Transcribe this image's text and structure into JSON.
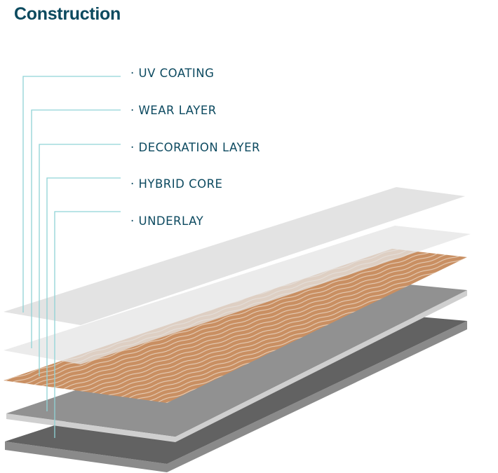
{
  "title": "Construction",
  "layers": [
    {
      "label": "· UV COATING"
    },
    {
      "label": "· WEAR LAYER"
    },
    {
      "label": "· DECORATION LAYER"
    },
    {
      "label": "· HYBRID CORE"
    },
    {
      "label": "· UNDERLAY"
    }
  ],
  "colors": {
    "title": "#0c4a5f",
    "leader_line": "#8fd3d6",
    "uv": "#dedede",
    "wear": "#e2e2e2",
    "wood": "#c98f62",
    "core": "#8e8e8e",
    "underlay": "#5f5f5f"
  }
}
